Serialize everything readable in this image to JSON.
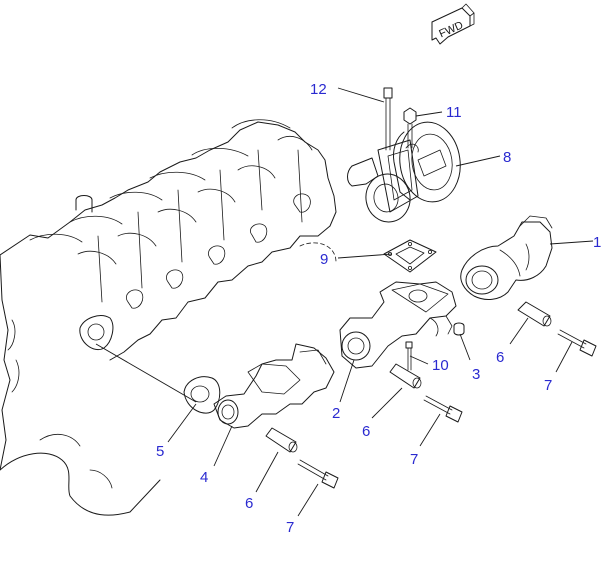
{
  "direction_marker": {
    "label": "FWD"
  },
  "callouts": [
    "12",
    "11",
    "8",
    "1",
    "9",
    "10",
    "3",
    "6",
    "7",
    "2",
    "6",
    "7",
    "5",
    "4",
    "6",
    "7"
  ],
  "colors": {
    "line": "#1a1a1a",
    "callout": "#2a2ad0",
    "background": "#ffffff"
  }
}
